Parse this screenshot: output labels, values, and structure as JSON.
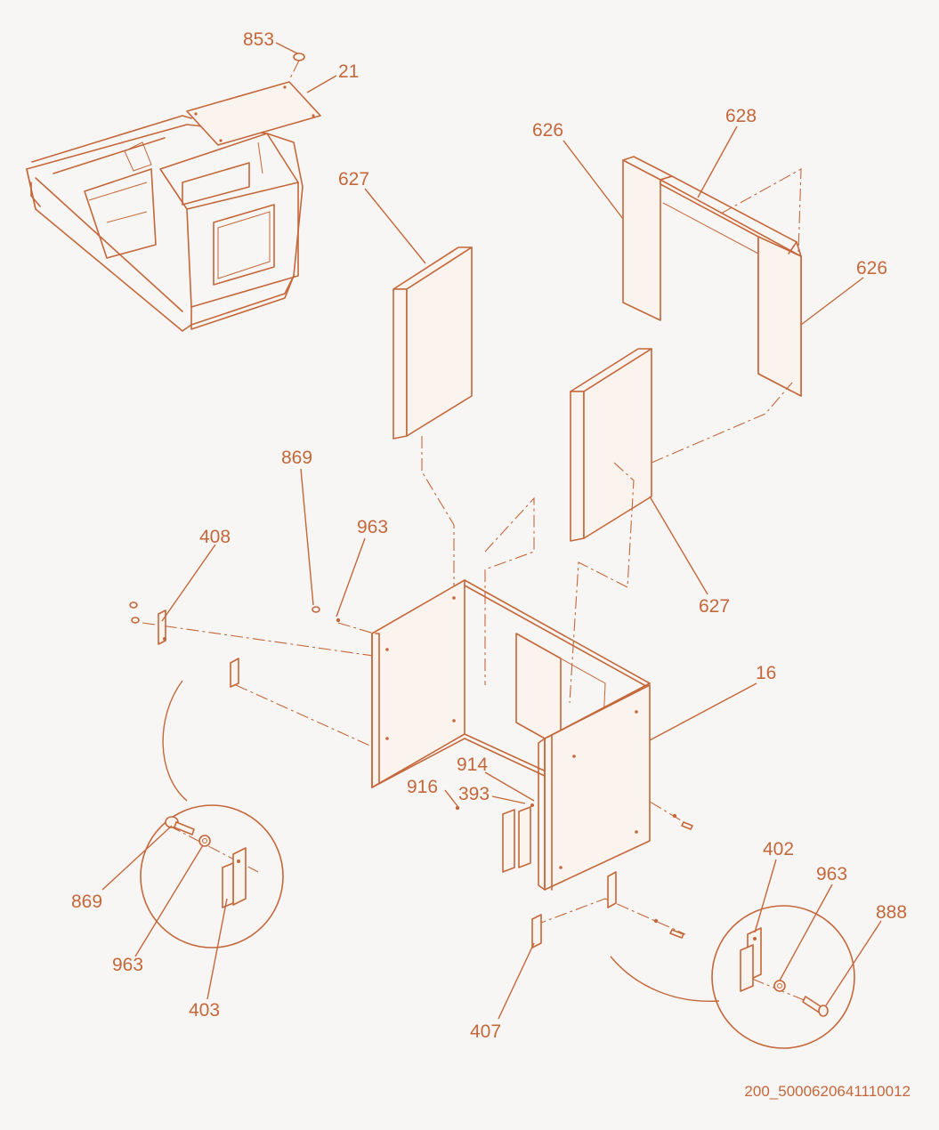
{
  "accent_color": "#c4673a",
  "callouts": {
    "c853": "853",
    "c21": "21",
    "c627_top": "627",
    "c626_left": "626",
    "c628": "628",
    "c626_right": "626",
    "c869_top": "869",
    "c963_top": "963",
    "c408": "408",
    "c627_right": "627",
    "c16": "16",
    "c914": "914",
    "c916": "916",
    "c393": "393",
    "c869_detail": "869",
    "c963_detail": "963",
    "c403": "403",
    "c402": "402",
    "c963_detail2": "963",
    "c888": "888",
    "c407": "407"
  },
  "footer": {
    "code": "200_5000620641110012"
  }
}
